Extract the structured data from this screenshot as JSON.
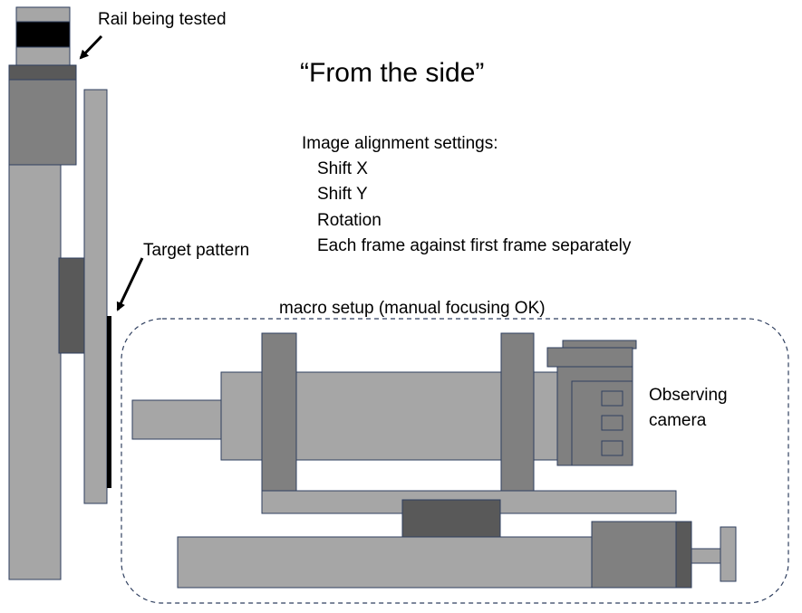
{
  "title": "“From the side”",
  "labels": {
    "rail": "Rail being tested",
    "target": "Target pattern",
    "macro": "macro setup (manual focusing OK)",
    "camera_line1": "Observing",
    "camera_line2": "camera"
  },
  "settings": {
    "heading": "Image alignment settings:",
    "items": [
      "Shift X",
      "Shift Y",
      "Rotation",
      "Each frame against first frame separately"
    ]
  },
  "colors": {
    "light_gray": "#a6a6a6",
    "mid_gray": "#808080",
    "dark_gray": "#595959",
    "black": "#000000",
    "outline": "#2f3f5f"
  }
}
